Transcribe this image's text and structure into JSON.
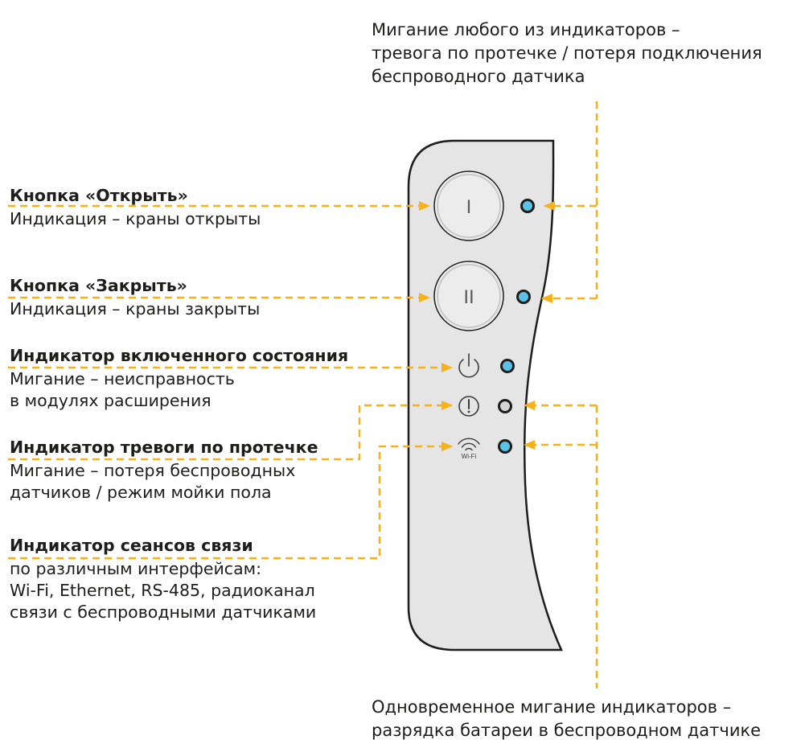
{
  "colors": {
    "arrow": "#f5b21a",
    "device_body": "#e5e5e6",
    "device_outline": "#1d1d1b",
    "led_blue": "#5bc2e7",
    "led_off": "#d4d4d4",
    "text": "#1d1d1b"
  },
  "top_note": {
    "line1": "Мигание любого из индикаторов –",
    "line2": "тревога по протечке / потеря подключения",
    "line3": "беспроводного датчика"
  },
  "bottom_note": {
    "line1": "Одновременное мигание индикаторов –",
    "line2": "разрядка батареи в беспроводном датчике"
  },
  "labels": {
    "open": {
      "title": "Кнопка «Открыть»",
      "line1": "Индикация – краны открыты"
    },
    "close": {
      "title": "Кнопка «Закрыть»",
      "line1": "Индикация – краны закрыты"
    },
    "power": {
      "title": "Индикатор включенного состояния",
      "line1": "Мигание – неисправность",
      "line2": "в модулях расширения"
    },
    "leak": {
      "title": "Индикатор тревоги по протечке",
      "line1": "Мигание – потеря беспроводных",
      "line2": "датчиков / режим мойки пола"
    },
    "comm": {
      "title": "Индикатор сеансов связи",
      "line1": "по различным интерфейсам:",
      "line2": "Wi-Fi, Ethernet, RS-485, радиоканал",
      "line3": "связи с беспроводными датчиками"
    }
  },
  "device": {
    "open_button_symbol": "I",
    "close_button_symbol": "II",
    "wifi_label": "Wi-Fi",
    "icons": [
      "power-icon",
      "alert-icon",
      "wifi-icon"
    ],
    "leds": [
      {
        "id": "open",
        "state": "blue"
      },
      {
        "id": "close",
        "state": "blue"
      },
      {
        "id": "power",
        "state": "blue"
      },
      {
        "id": "leak",
        "state": "off"
      },
      {
        "id": "comm",
        "state": "blue"
      }
    ]
  }
}
